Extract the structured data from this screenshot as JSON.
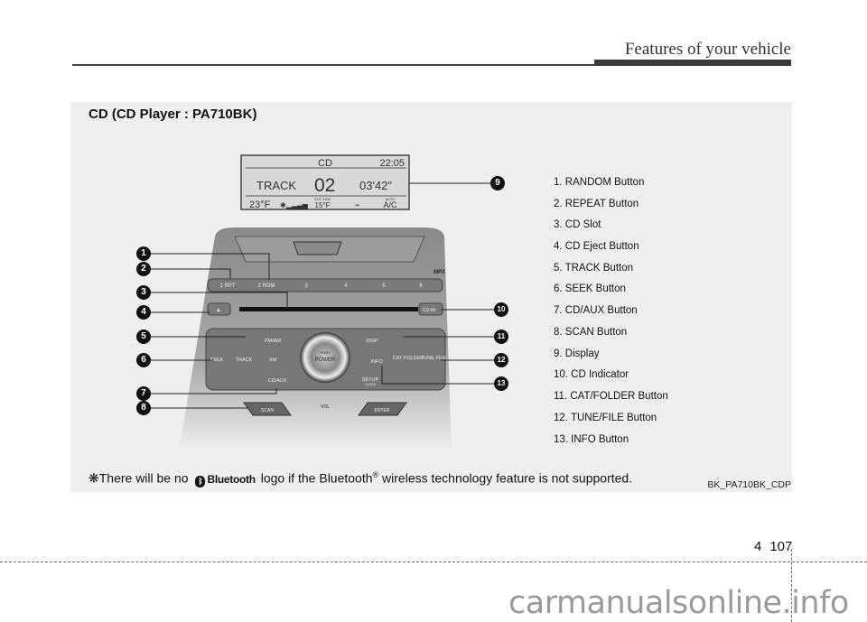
{
  "header": {
    "title": "Features of your vehicle"
  },
  "section": {
    "title": "CD (CD Player : PA710BK)"
  },
  "display": {
    "mode": "CD",
    "clock": "22:05",
    "track_label": "TRACK",
    "track_number": "02",
    "elapsed": "03'42\"",
    "temp": "23°F",
    "outside_label": "OUT SIDE",
    "outside_temp": "15°F",
    "auto_label": "AUTO",
    "ac": "A/C"
  },
  "radio": {
    "preset_buttons": [
      "1 RPT",
      "2 RDM",
      "3",
      "4",
      "5",
      "6"
    ],
    "mp3_label": "MP3",
    "cdin_label": "CD-IN",
    "left_buttons": [
      "SEEK",
      "TRACK"
    ],
    "center_buttons": [
      "FM/AM",
      "XM",
      "CD/AUX",
      "DISP",
      "INFO",
      "SETUP"
    ],
    "setup_sub": "CLOCK",
    "knob_push": "PUSH",
    "knob_label": "POWER",
    "right_buttons": [
      "CAT FOLDER",
      "TUNE FILE"
    ],
    "scan": "SCAN",
    "enter": "ENTER",
    "vol": "VOL"
  },
  "markers": [
    "1",
    "2",
    "3",
    "4",
    "5",
    "6",
    "7",
    "8",
    "9",
    "10",
    "11",
    "12",
    "13"
  ],
  "legend": [
    "1. RANDOM Button",
    "2. REPEAT Button",
    "3. CD Slot",
    "4. CD Eject Button",
    "5. TRACK Button",
    "6. SEEK Button",
    "7. CD/AUX Button",
    "8. SCAN Button",
    "9. Display",
    "10. CD Indicator",
    "11. CAT/FOLDER Button",
    "12. TUNE/FILE Button",
    "13. INFO Button"
  ],
  "note": {
    "prefix": "❋There will be no",
    "logo_text": "Bluetooth",
    "middle": "logo if the Bluetooth",
    "reg": "®",
    "suffix": "wireless technology feature is not supported."
  },
  "image_code": "BK_PA710BK_CDP",
  "page": {
    "chapter": "4",
    "number": "107"
  },
  "watermark": "carmanualsonline.info"
}
